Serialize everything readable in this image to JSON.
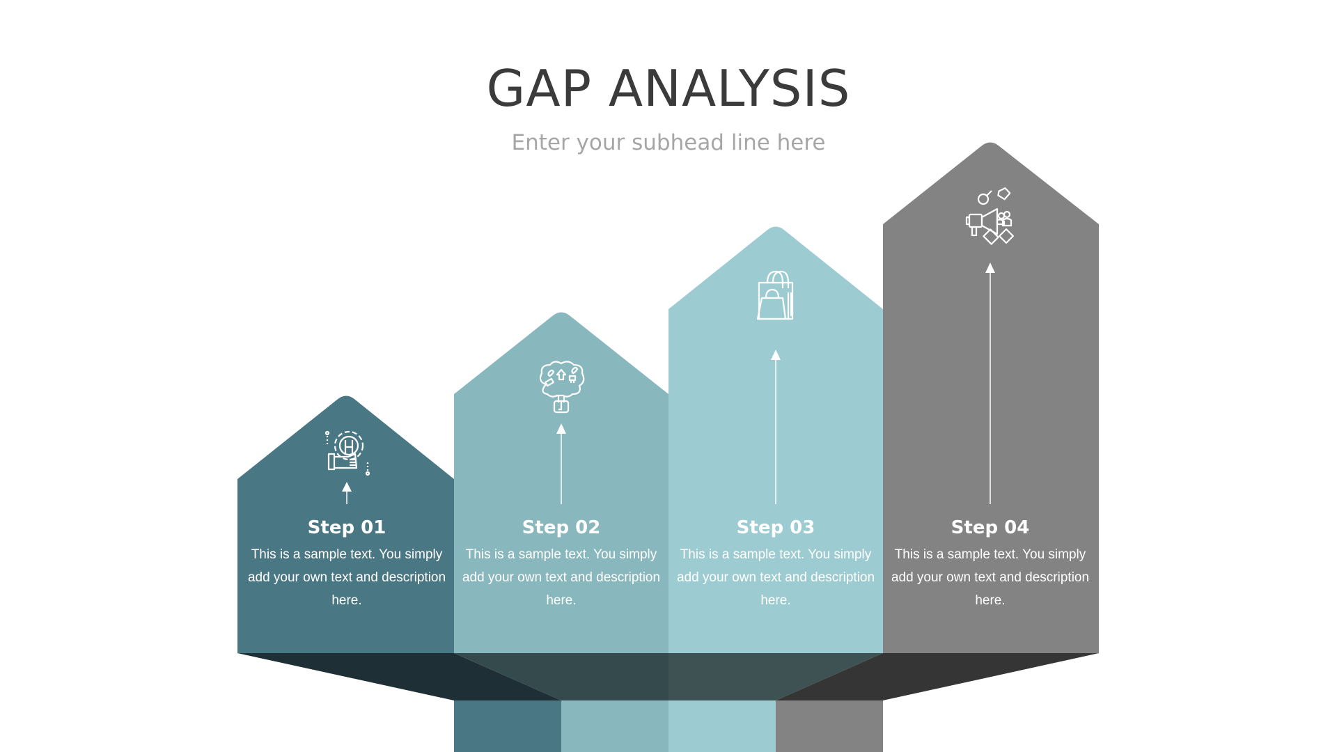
{
  "header": {
    "title": "GAP ANALYSIS",
    "subhead": "Enter your subhead line here"
  },
  "colors": {
    "step1": "#4a7784",
    "step2": "#88b8bd",
    "step3": "#9ccbd1",
    "step4": "#838383",
    "shadow1": "#1f2f36",
    "shadow_mid1": "#354a4d",
    "shadow_mid2": "#3e5254",
    "shadow4": "#353535",
    "icon": "#ffffff"
  },
  "steps": [
    {
      "title": "Step 01",
      "description": "This is a sample text. You simply add your own text and description here.",
      "icon": "gear-wrench-hand-icon"
    },
    {
      "title": "Step 02",
      "description": "This is a sample text. You simply add your own text and description here.",
      "icon": "ideas-tree-icon"
    },
    {
      "title": "Step 03",
      "description": "This is a sample text. You simply add your own text and description here.",
      "icon": "shopping-bags-icon"
    },
    {
      "title": "Step 04",
      "description": "This is a sample text. You simply add your own text and description here.",
      "icon": "megaphone-marketing-icon"
    }
  ]
}
